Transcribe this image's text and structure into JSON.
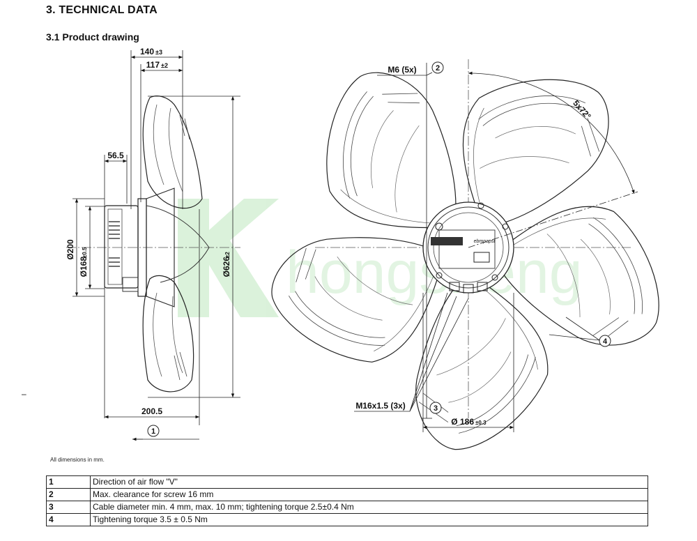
{
  "heading": "3. TECHNICAL DATA",
  "subheading": "3.1 Product drawing",
  "side_view": {
    "dim_140": "140",
    "tol_140": "±3",
    "dim_117": "117",
    "tol_117": "±2",
    "dim_565": "56.5",
    "dim_200": "Ø200",
    "dim_168": "Ø168",
    "tol_168": "±0.5",
    "dim_626": "Ø626",
    "tol_626": "±2",
    "dim_2005": "200.5",
    "callout_1": "1"
  },
  "front_view": {
    "m6_label": "M6 (5x)",
    "callout_2": "2",
    "angle_label": "5x72°",
    "callout_4": "4",
    "m16_label": "M16x1.5 (3x)",
    "callout_3": "3",
    "dim_186": "Ø 186",
    "tol_186": "±0.3",
    "motor_brand": "ebmpapst"
  },
  "watermark": "hongsheng",
  "dimensions_note": "All dimensions in mm.",
  "legend_rows": [
    {
      "num": "1",
      "text": "Direction of air flow \"V\""
    },
    {
      "num": "2",
      "text": "Max. clearance for screw 16 mm"
    },
    {
      "num": "3",
      "text": "Cable diameter min. 4 mm, max. 10 mm; tightening torque 2.5±0.4 Nm"
    },
    {
      "num": "4",
      "text": "Tightening torque 3.5 ± 0.5 Nm"
    }
  ],
  "margin_mark": "–"
}
